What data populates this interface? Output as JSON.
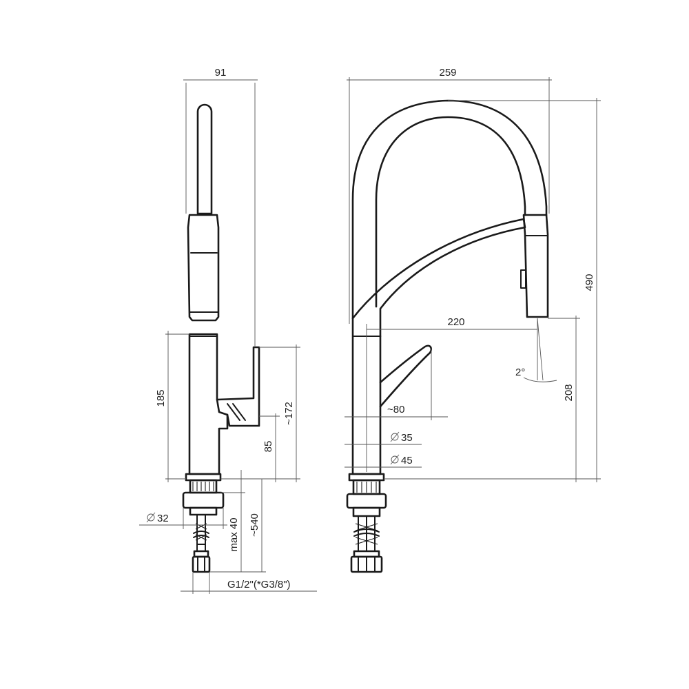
{
  "dimensions": {
    "side_width": "91",
    "side_lever_height": "185",
    "side_lever_pos": "~172",
    "side_deck": "85",
    "side_hose_dia": "32",
    "side_max": "max 40",
    "side_hose_len": "~540",
    "side_thread": "G1/2\"(*G3/8\")",
    "front_width": "259",
    "front_height": "490",
    "front_reach": "220",
    "front_angle": "2°",
    "front_spout_height": "208",
    "front_lever_reach": "~80",
    "front_dia_35": "35",
    "front_dia_45": "45"
  },
  "colors": {
    "line": "#1a1a1a",
    "dimension": "#555555",
    "background": "#ffffff"
  }
}
